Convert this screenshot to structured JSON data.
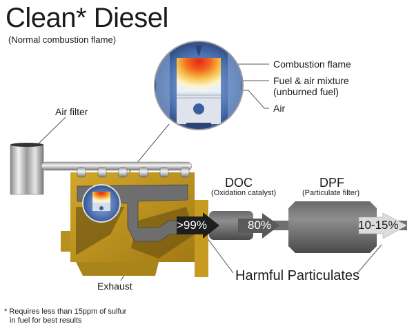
{
  "header": {
    "title": "Clean* Diesel",
    "subtitle": "(Normal combustion flame)"
  },
  "callouts": {
    "combustion_flame": "Combustion flame",
    "fuel_air_line1": "Fuel & air mixture",
    "fuel_air_line2": "(unburned fuel)",
    "air": "Air",
    "air_filter": "Air filter",
    "exhaust": "Exhaust"
  },
  "components": {
    "doc": {
      "name": "DOC",
      "desc": "(Oxidation catalyst)"
    },
    "dpf": {
      "name": "DPF",
      "desc": "(Particulate filter)"
    }
  },
  "stages": [
    {
      "id": "engine-out",
      "value": ">99%",
      "color": "#1e1e1e",
      "text_color": "#ffffff"
    },
    {
      "id": "after-doc",
      "value": "80%",
      "color": "#5a5a5a",
      "text_color": "#ffffff"
    },
    {
      "id": "after-dpf",
      "value": "10-15%",
      "color": "#dcdcdc",
      "text_color": "#1a1a1a"
    }
  ],
  "particulates_label": "Harmful Particulates",
  "footnote": {
    "line1": "* Requires less than 15ppm of sulfur",
    "line2": "in fuel for best results"
  },
  "colors": {
    "engine_block": "#b8901e",
    "engine_shadow": "#5a4310",
    "exhaust_pipe": "#6e6e6e",
    "flame_hot": "#e8321e",
    "flame_warm": "#f5a623",
    "cylinder_blue": "#3a5f9e"
  }
}
